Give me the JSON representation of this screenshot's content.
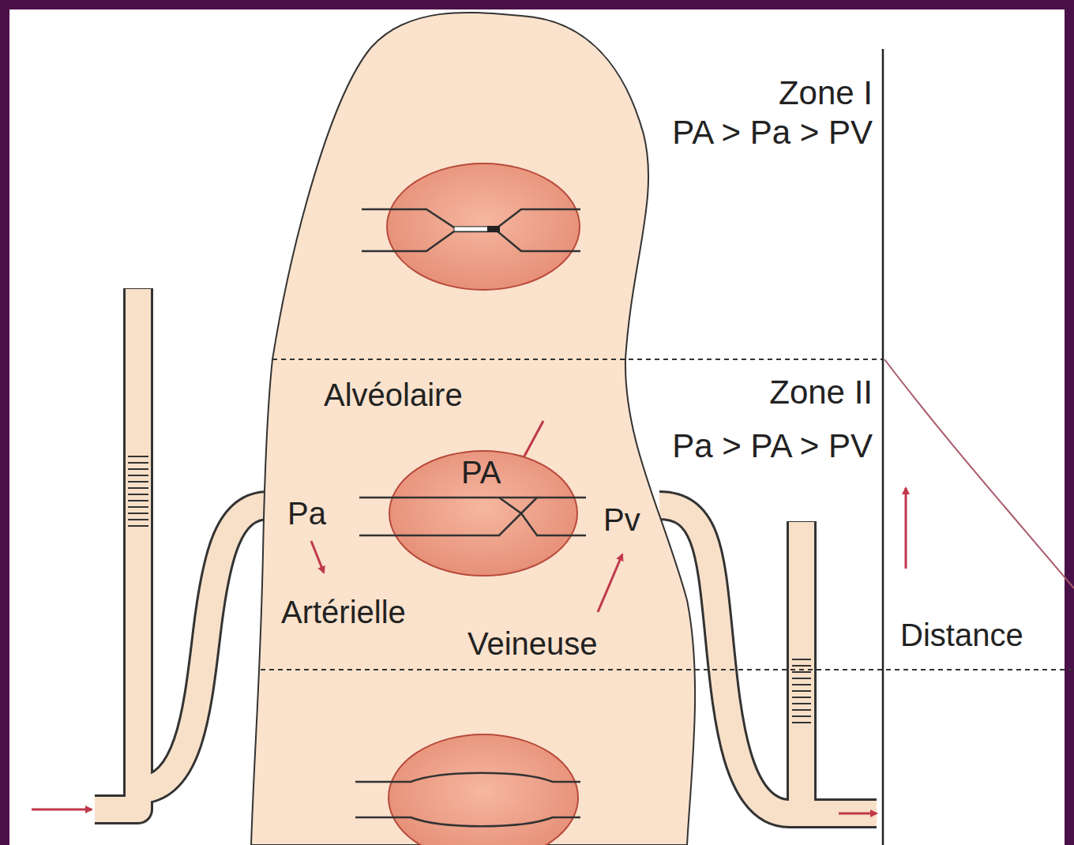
{
  "diagram": {
    "nodes": [
      {
        "text": [
          "PA"
        ]
      }
    ],
    "labels": [
      "Zone I",
      "PA > Pa > PV",
      "Zone II",
      "Pa > PA > PV",
      "Alvéolaire",
      "Pa",
      "Artérielle",
      "Pv",
      "Veineuse",
      "Distance"
    ]
  }
}
